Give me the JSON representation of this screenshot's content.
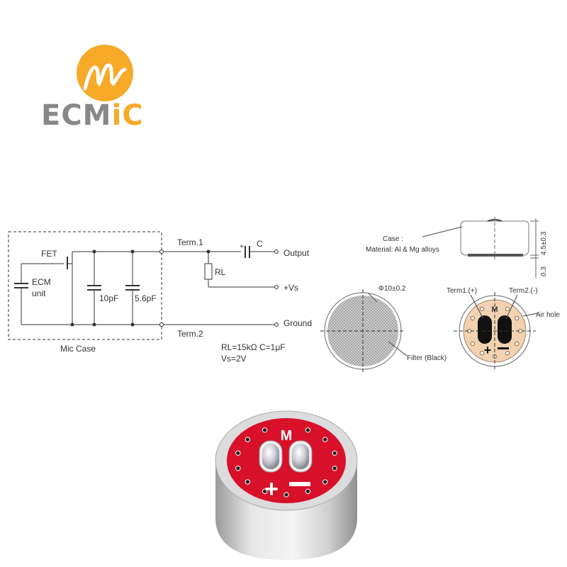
{
  "logo": {
    "text_part1": "ECM",
    "text_part2": "iC",
    "mark_letter": "m",
    "brand_color": "#f7a928",
    "gray_color": "#888888"
  },
  "circuit": {
    "fet_label": "FET",
    "ecm_line1": "ECM",
    "ecm_line2": "unit",
    "cap1_label": "10pF",
    "cap2_label": "5.6pF",
    "case_label": "Mic Case",
    "term1_label": "Term.1",
    "term2_label": "Term.2",
    "cap_c_label": "C",
    "plus_label": "+",
    "rl_label": "RL",
    "output_label": "Output",
    "vs_label": "+Vs",
    "ground_label": "Ground",
    "spec_line1": "RL=15kΩ    C=1μF",
    "spec_line2": "Vs=2V"
  },
  "side_view": {
    "case_title": "Case :",
    "case_material": "Material: Al & Mg alloys",
    "height_dim": "4.5±0.3",
    "pin_dim": "0.3"
  },
  "front_view": {
    "diameter": "Φ10±0.2",
    "filter_label": "Filter (Black)"
  },
  "back_view": {
    "term1": "Term1.(+)",
    "term2": "Term2.(-)",
    "air_hole": "Air hole",
    "marker": "M",
    "pcb_color": "#f2d2b0"
  },
  "photo": {
    "marker": "M",
    "pcb_color": "#d8102a",
    "case_color": "#c8c8c8"
  }
}
